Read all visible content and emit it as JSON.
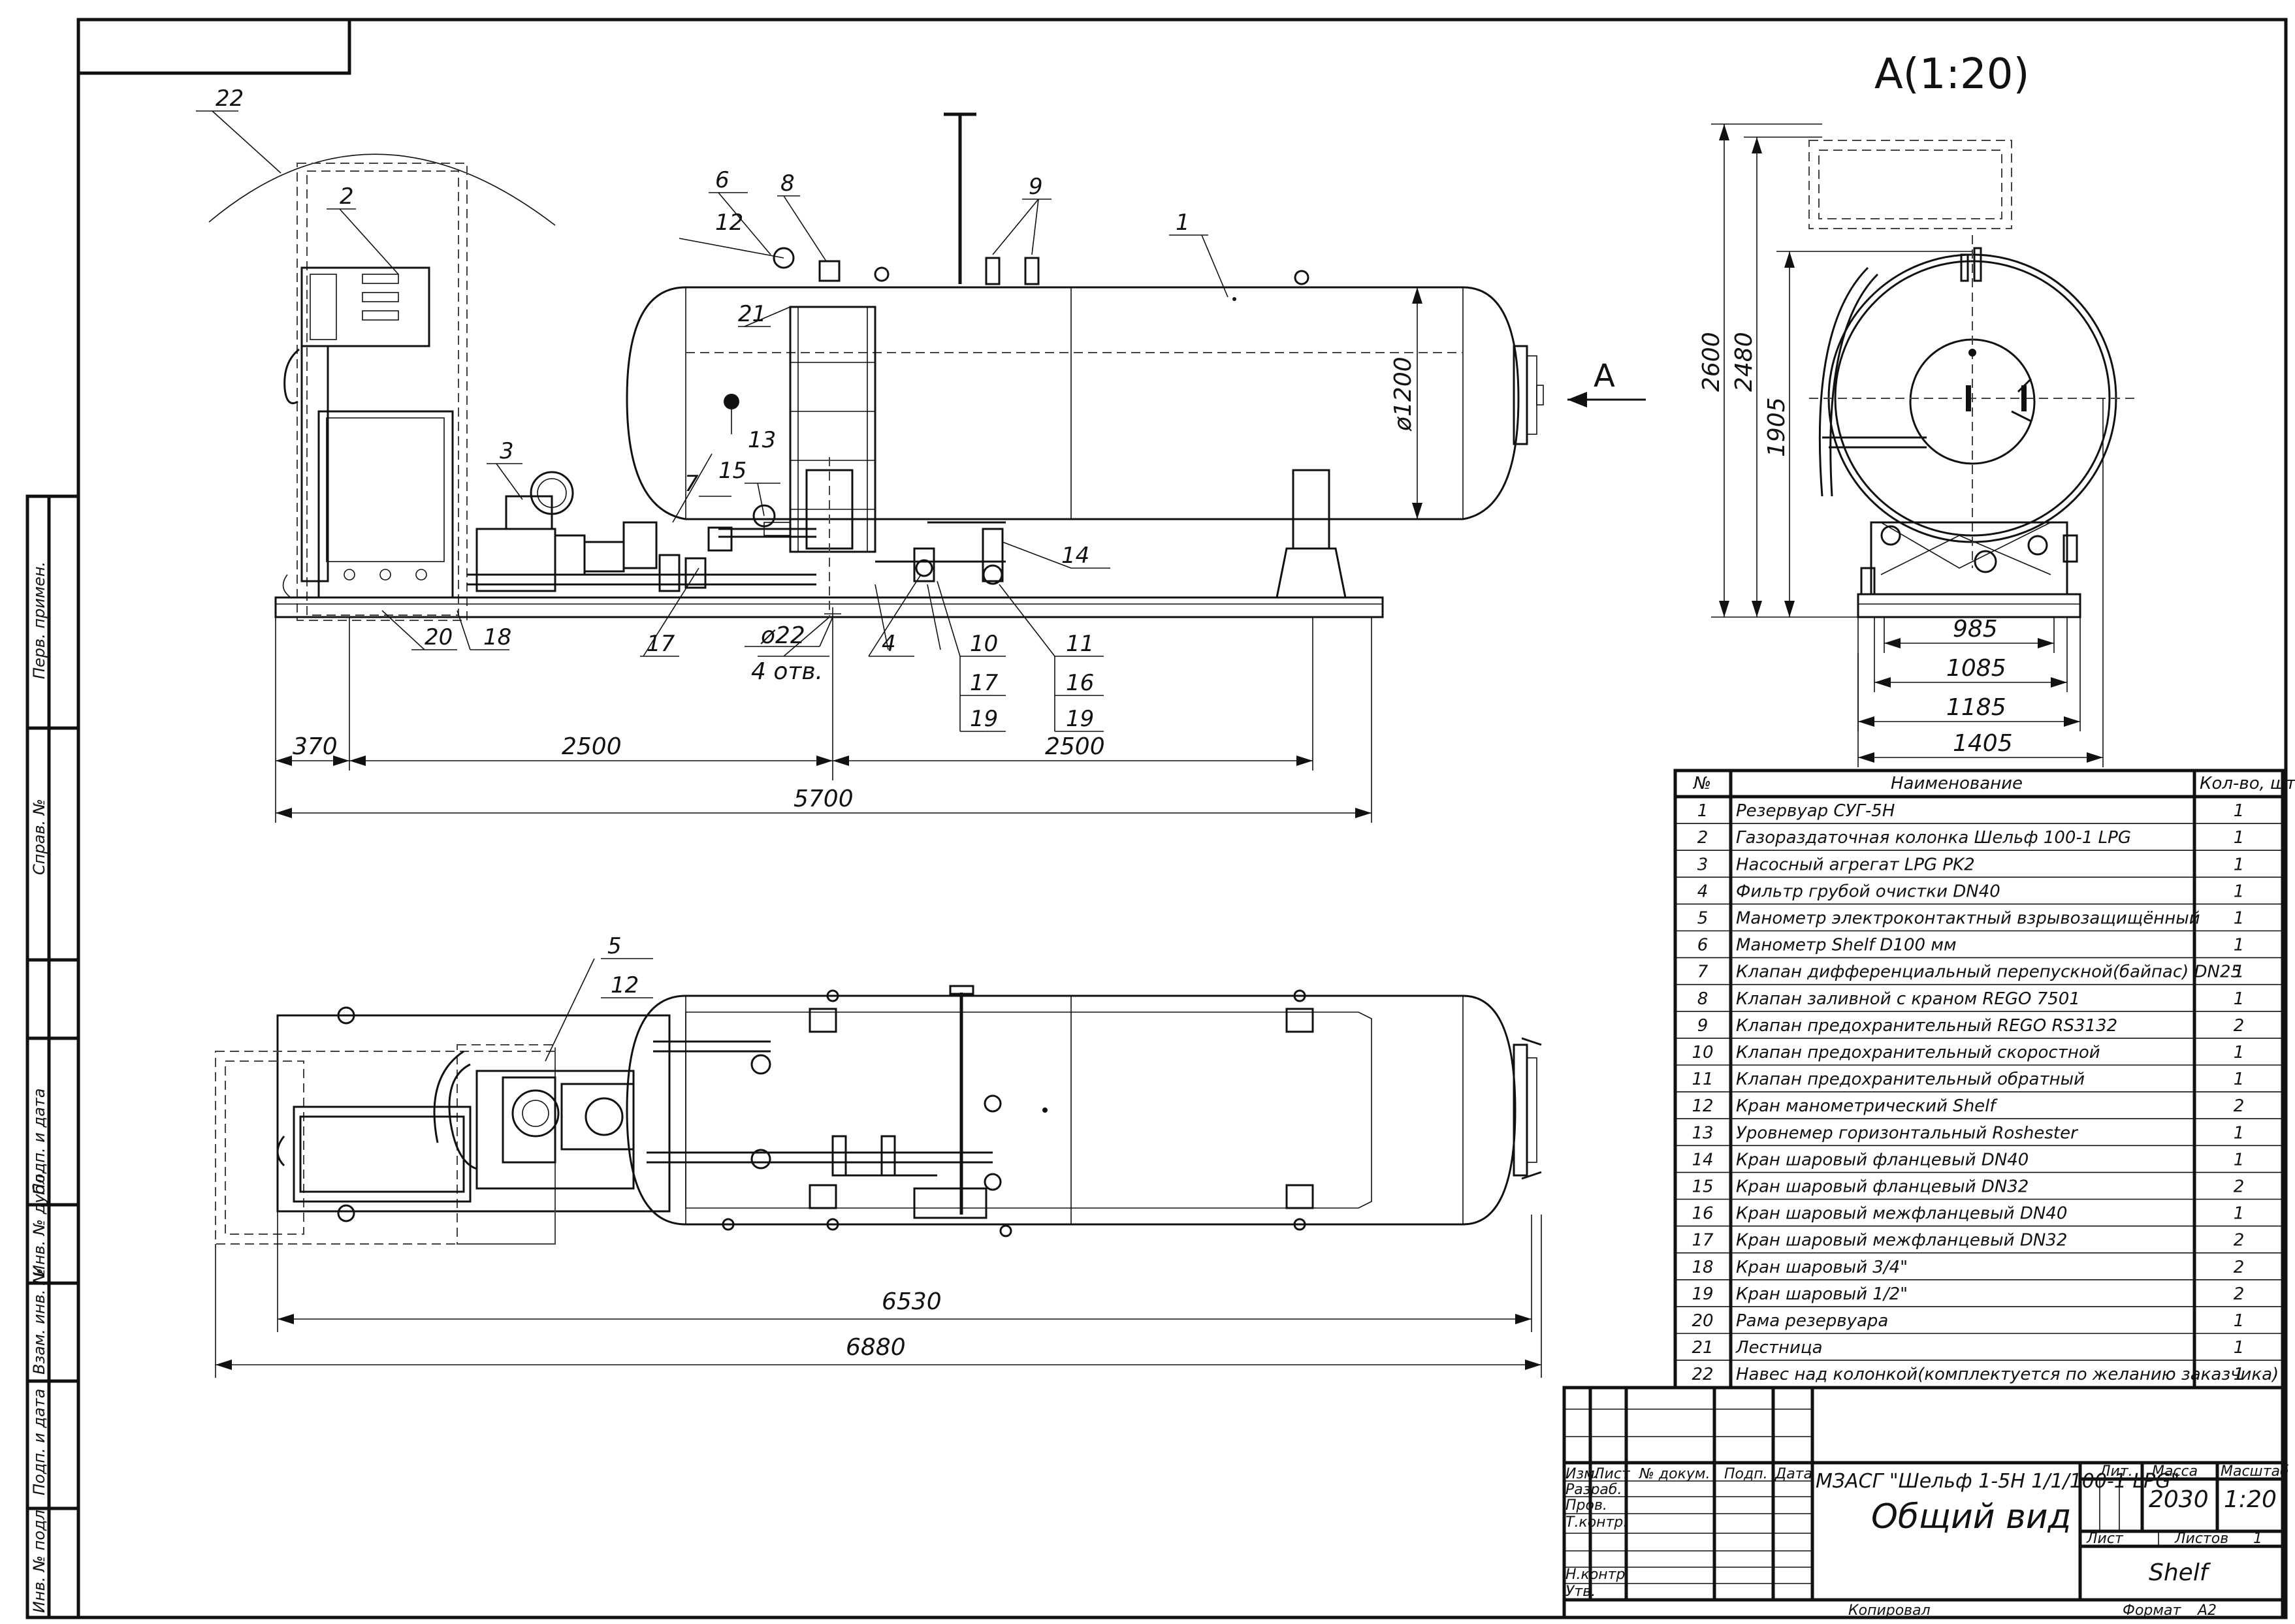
{
  "view_title": "A(1:20)",
  "view_arrow_letter": "A",
  "callouts": {
    "c1": "1",
    "c2": "2",
    "c3": "3",
    "c4": "4",
    "c6": "6",
    "c12a": "12",
    "c8": "8",
    "c9": "9",
    "c21": "21",
    "c13": "13",
    "c7": "7",
    "c15": "15",
    "c14": "14",
    "c20": "20",
    "c18": "18",
    "c17": "17",
    "c10": "10",
    "c11": "11",
    "c17b": "17",
    "c16": "16",
    "c19a": "19",
    "c19b": "19",
    "c22": "22",
    "c5": "5",
    "c12b": "12"
  },
  "dimensions": {
    "d1200": "ø1200",
    "d22": "ø22",
    "holes": "4 отв.",
    "d370": "370",
    "d2500a": "2500",
    "d2500b": "2500",
    "d5700": "5700",
    "d6530": "6530",
    "d6880": "6880",
    "d2600": "2600",
    "d2480": "2480",
    "d1905": "1905",
    "d985": "985",
    "d1085": "1085",
    "d1185": "1185",
    "d1405": "1405"
  },
  "parts_table": {
    "headers": {
      "num": "№",
      "name": "Наименование",
      "qty": "Кол-во, шт"
    },
    "rows": [
      {
        "num": "1",
        "name": "Резервуар СУГ-5Н",
        "qty": "1"
      },
      {
        "num": "2",
        "name": "Газораздаточная колонка Шельф 100-1 LPG",
        "qty": "1"
      },
      {
        "num": "3",
        "name": "Насосный агрегат LPG PK2",
        "qty": "1"
      },
      {
        "num": "4",
        "name": "Фильтр грубой очистки DN40",
        "qty": "1"
      },
      {
        "num": "5",
        "name": "Манометр электроконтактный взрывозащищённый",
        "qty": "1"
      },
      {
        "num": "6",
        "name": "Манометр Shelf D100 мм",
        "qty": "1"
      },
      {
        "num": "7",
        "name": "Клапан дифференциальный перепускной(байпас) DN25",
        "qty": "1"
      },
      {
        "num": "8",
        "name": "Клапан заливной с краном REGO 7501",
        "qty": "1"
      },
      {
        "num": "9",
        "name": "Клапан предохранительный REGO RS3132",
        "qty": "2"
      },
      {
        "num": "10",
        "name": "Клапан предохранительный скоростной",
        "qty": "1"
      },
      {
        "num": "11",
        "name": "Клапан предохранительный обратный",
        "qty": "1"
      },
      {
        "num": "12",
        "name": "Кран манометрический Shelf",
        "qty": "2"
      },
      {
        "num": "13",
        "name": "Уровнемер горизонтальный Roshester",
        "qty": "1"
      },
      {
        "num": "14",
        "name": "Кран шаровый фланцевый DN40",
        "qty": "1"
      },
      {
        "num": "15",
        "name": "Кран шаровый фланцевый DN32",
        "qty": "2"
      },
      {
        "num": "16",
        "name": "Кран шаровый межфланцевый DN40",
        "qty": "1"
      },
      {
        "num": "17",
        "name": "Кран шаровый межфланцевый DN32",
        "qty": "2"
      },
      {
        "num": "18",
        "name": "Кран шаровый 3/4\"",
        "qty": "2"
      },
      {
        "num": "19",
        "name": "Кран шаровый 1/2\"",
        "qty": "2"
      },
      {
        "num": "20",
        "name": "Рама резервуара",
        "qty": "1"
      },
      {
        "num": "21",
        "name": "Лестница",
        "qty": "1"
      },
      {
        "num": "22",
        "name": "Навес над колонкой(комплектуется по желанию заказчика)",
        "qty": "1"
      }
    ]
  },
  "title_block": {
    "designation": "МЗАСГ \"Шельф 1-5Н 1/1/100-1 LPG\"",
    "title": "Общий вид",
    "col_izm": "Изм.",
    "col_list": "Лист",
    "col_doc": "№ докум.",
    "col_sign": "Подп.",
    "col_date": "Дата",
    "row_razrab": "Разраб.",
    "row_prov": "Пров.",
    "row_tkontr": "Т.контр.",
    "row_nkontr": "Н.контр.",
    "row_utv": "Утв.",
    "lit_label": "Лит.",
    "mass_label": "Масса",
    "scale_label": "Масштаб",
    "mass_value": "2030",
    "scale_value": "1:20",
    "sheet_label": "Лист",
    "sheets_label": "Листов",
    "sheets_value": "1",
    "org": "Shelf",
    "copied": "Копировал",
    "format_label": "Формат",
    "format_value": "A2"
  },
  "side_stamp": {
    "perv_primen": "Перв. примен.",
    "sprav_no": "Справ. №",
    "podp_data_1": "Подп. и дата",
    "inv_dubl": "Инв. № дубл.",
    "vzam_inv": "Взам. инв. №",
    "podp_data_2": "Подп. и дата",
    "inv_podl": "Инв. № подл."
  }
}
